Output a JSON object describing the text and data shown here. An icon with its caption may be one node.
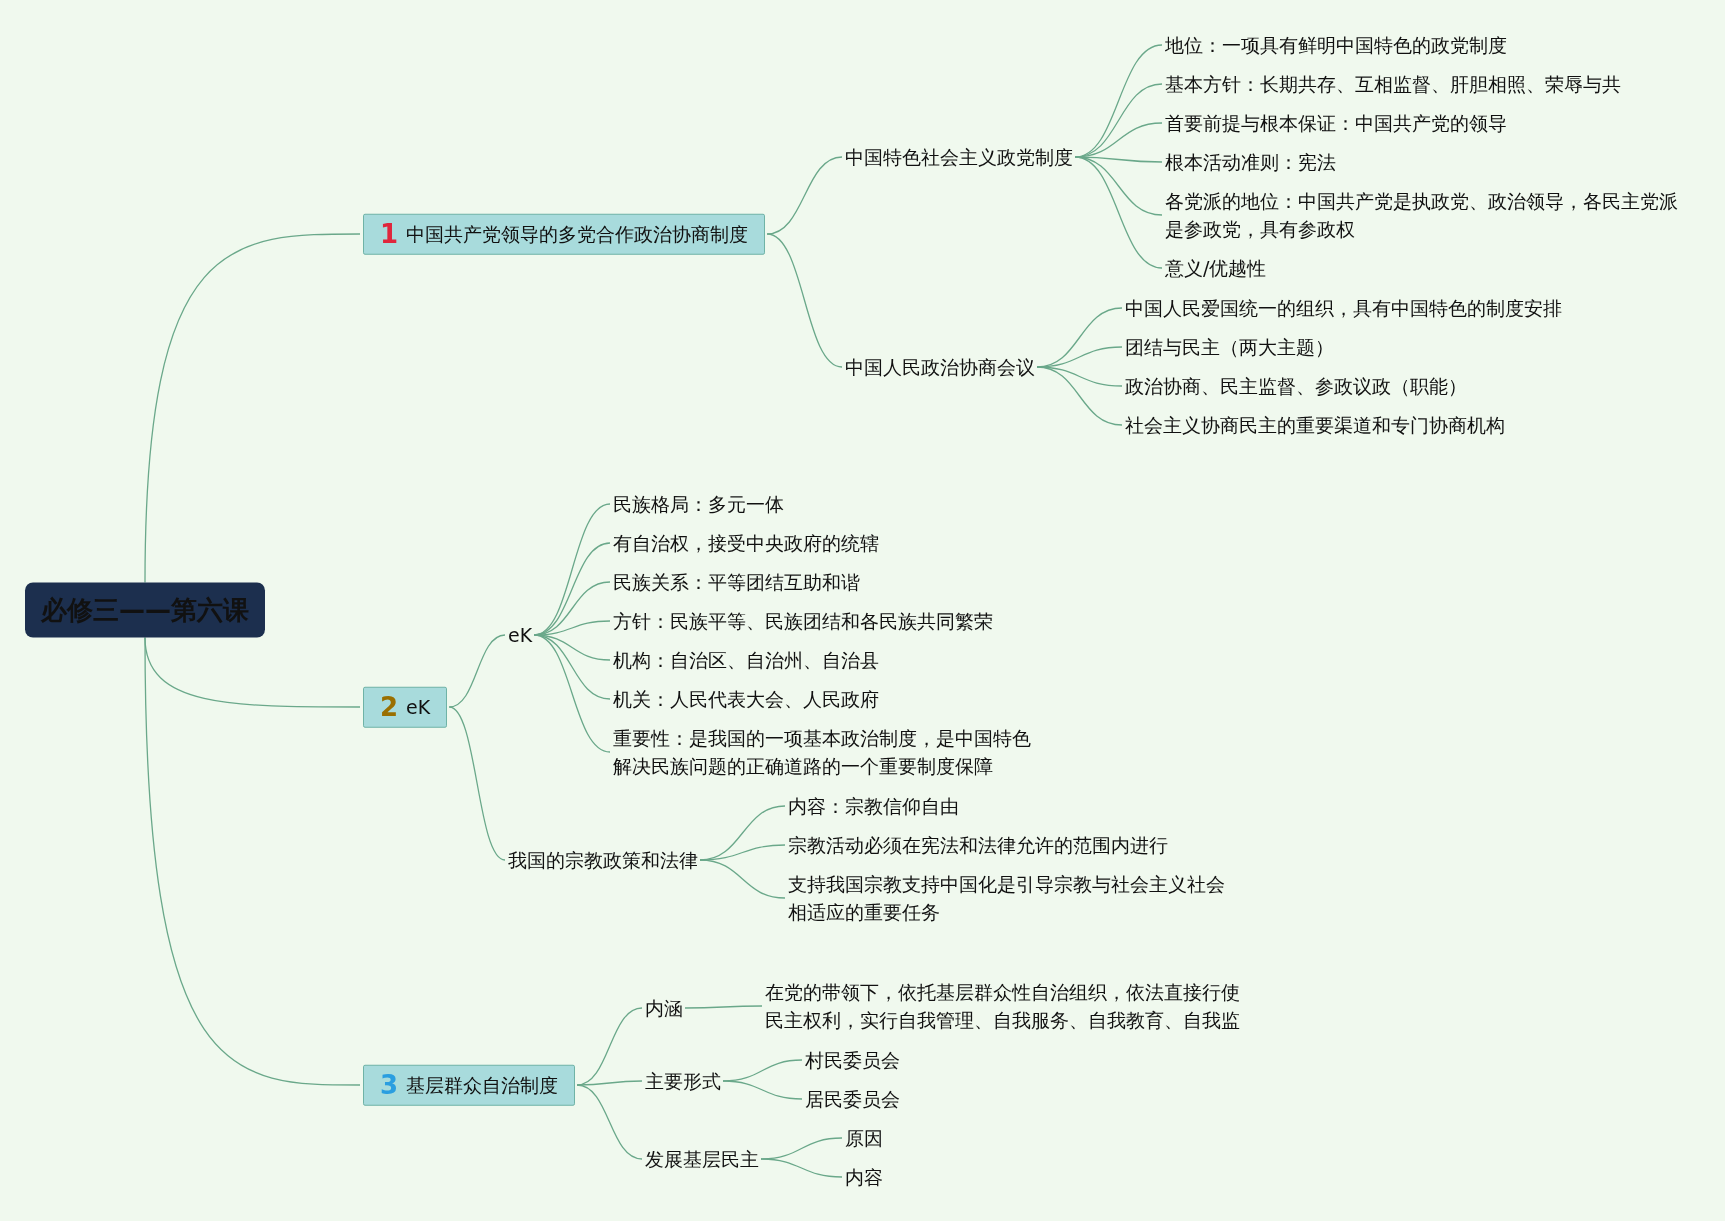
{
  "diagram": {
    "nodes": [
      {
        "text": [
          "必修三——第六课"
        ]
      },
      {
        "text": [
          "1",
          "中国共产党领导的多党合作政治协商制度"
        ]
      },
      {
        "text": [
          "中国特色社会主义政党制度"
        ]
      },
      {
        "text": [
          "地位：一项具有鲜明中国特色的政党制度"
        ]
      },
      {
        "text": [
          "基本方针：长期共存、互相监督、肝胆相照、荣辱与共"
        ]
      },
      {
        "text": [
          "首要前提与根本保证：中国共产党的领导"
        ]
      },
      {
        "text": [
          "根本活动准则：宪法"
        ]
      },
      {
        "text": [
          "各党派的地位：中国共产党是执政党、政治领导，各民主党派是参政党，具有参政权"
        ]
      },
      {
        "text": [
          "意义/优越性"
        ]
      },
      {
        "text": [
          "中国人民政治协商会议"
        ]
      },
      {
        "text": [
          "中国人民爱国统一的组织，具有中国特色的制度安排"
        ]
      },
      {
        "text": [
          "团结与民主（两大主题）"
        ]
      },
      {
        "text": [
          "政治协商、民主监督、参政议政（职能）"
        ]
      },
      {
        "text": [
          "社会主义协商民主的重要渠道和专门协商机构"
        ]
      },
      {
        "text": [
          "2",
          "eK"
        ]
      },
      {
        "text": [
          "eK"
        ]
      },
      {
        "text": [
          "民族格局：多元一体"
        ]
      },
      {
        "text": [
          "有自治权，接受中央政府的统辖"
        ]
      },
      {
        "text": [
          "民族关系：平等团结互助和谐"
        ]
      },
      {
        "text": [
          "方针：民族平等、民族团结和各民族共同繁荣"
        ]
      },
      {
        "text": [
          "机构：自治区、自治州、自治县"
        ]
      },
      {
        "text": [
          "机关：人民代表大会、人民政府"
        ]
      },
      {
        "text": [
          "重要性：是我国的一项基本政治制度，是中国特色解决民族问题的正确道路的一个重要制度保障"
        ]
      },
      {
        "text": [
          "我国的宗教政策和法律"
        ]
      },
      {
        "text": [
          "内容：宗教信仰自由"
        ]
      },
      {
        "text": [
          "宗教活动必须在宪法和法律允许的范围内进行"
        ]
      },
      {
        "text": [
          "支持我国宗教支持中国化是引导宗教与社会主义社会相适应的重要任务"
        ]
      },
      {
        "text": [
          "3",
          "基层群众自治制度"
        ]
      },
      {
        "text": [
          "内涵"
        ]
      },
      {
        "text": [
          "在党的带领下，依托基层群众性自治组织，依法直接行使民主权利，实行自我管理、自我服务、自我教育、自我监"
        ]
      },
      {
        "text": [
          "主要形式"
        ]
      },
      {
        "text": [
          "村民委员会"
        ]
      },
      {
        "text": [
          "居民委员会"
        ]
      },
      {
        "text": [
          "发展基层民主"
        ]
      },
      {
        "text": [
          "原因"
        ]
      },
      {
        "text": [
          "内容"
        ]
      }
    ],
    "edges": [
      {
        "from": 0,
        "to": 1,
        "arrow": "none"
      },
      {
        "from": 1,
        "to": 2,
        "arrow": "none"
      },
      {
        "from": 2,
        "to": 3,
        "arrow": "none"
      },
      {
        "from": 2,
        "to": 4,
        "arrow": "none"
      },
      {
        "from": 2,
        "to": 5,
        "arrow": "none"
      },
      {
        "from": 2,
        "to": 6,
        "arrow": "none"
      },
      {
        "from": 2,
        "to": 7,
        "arrow": "none"
      },
      {
        "from": 2,
        "to": 8,
        "arrow": "none"
      },
      {
        "from": 1,
        "to": 9,
        "arrow": "none"
      },
      {
        "from": 9,
        "to": 10,
        "arrow": "none"
      },
      {
        "from": 9,
        "to": 11,
        "arrow": "none"
      },
      {
        "from": 9,
        "to": 12,
        "arrow": "none"
      },
      {
        "from": 9,
        "to": 13,
        "arrow": "none"
      },
      {
        "from": 0,
        "to": 14,
        "arrow": "none"
      },
      {
        "from": 14,
        "to": 15,
        "arrow": "none"
      },
      {
        "from": 15,
        "to": 16,
        "arrow": "none"
      },
      {
        "from": 15,
        "to": 17,
        "arrow": "none"
      },
      {
        "from": 15,
        "to": 18,
        "arrow": "none"
      },
      {
        "from": 15,
        "to": 19,
        "arrow": "none"
      },
      {
        "from": 15,
        "to": 20,
        "arrow": "none"
      },
      {
        "from": 15,
        "to": 21,
        "arrow": "none"
      },
      {
        "from": 15,
        "to": 22,
        "arrow": "none"
      },
      {
        "from": 14,
        "to": 23,
        "arrow": "none"
      },
      {
        "from": 23,
        "to": 24,
        "arrow": "none"
      },
      {
        "from": 23,
        "to": 25,
        "arrow": "none"
      },
      {
        "from": 23,
        "to": 26,
        "arrow": "none"
      },
      {
        "from": 0,
        "to": 27,
        "arrow": "none"
      },
      {
        "from": 27,
        "to": 28,
        "arrow": "none"
      },
      {
        "from": 28,
        "to": 29,
        "arrow": "none"
      },
      {
        "from": 27,
        "to": 30,
        "arrow": "none"
      },
      {
        "from": 30,
        "to": 31,
        "arrow": "none"
      },
      {
        "from": 30,
        "to": 32,
        "arrow": "none"
      },
      {
        "from": 27,
        "to": 33,
        "arrow": "none"
      },
      {
        "from": 33,
        "to": 34,
        "arrow": "none"
      },
      {
        "from": 33,
        "to": 35,
        "arrow": "none"
      }
    ]
  }
}
